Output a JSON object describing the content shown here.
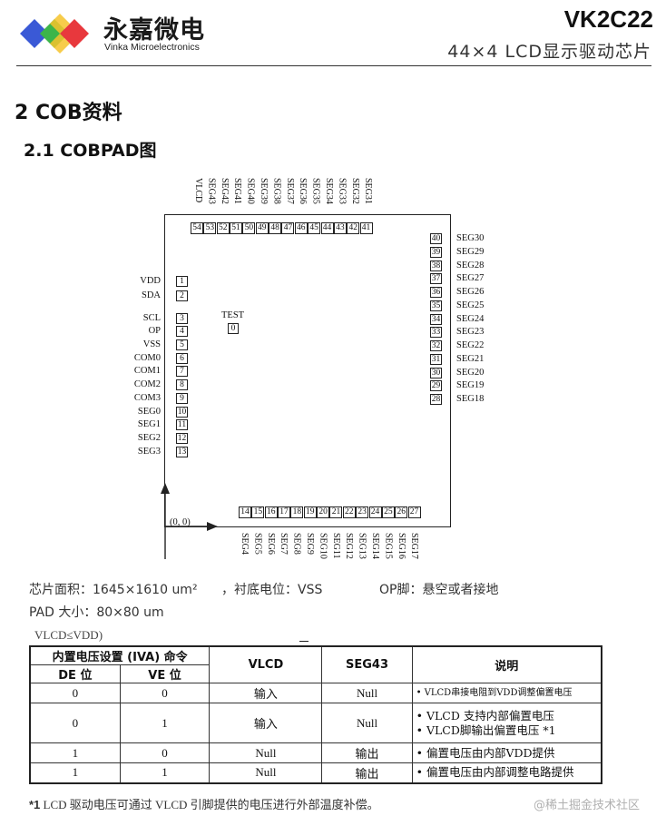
{
  "header": {
    "logo_cn": "永嘉微电",
    "logo_en": "Vinka Microelectronics",
    "model": "VK2C22",
    "desc": "44×4 LCD显示驱动芯片"
  },
  "section": {
    "title": "2 COB资料",
    "sub": "2.1 COBPAD图"
  },
  "diagram": {
    "top_labels": [
      "VLCD",
      "SEG43",
      "SEG42",
      "SEG41",
      "SEG40",
      "SEG39",
      "SEG38",
      "SEG37",
      "SEG36",
      "SEG35",
      "SEG34",
      "SEG33",
      "SEG32",
      "SEG31"
    ],
    "top_pads": [
      "54",
      "53",
      "52",
      "51",
      "50",
      "49",
      "48",
      "47",
      "46",
      "45",
      "44",
      "43",
      "42",
      "41"
    ],
    "right": [
      {
        "pad": "40",
        "label": "SEG30"
      },
      {
        "pad": "39",
        "label": "SEG29"
      },
      {
        "pad": "38",
        "label": "SEG28"
      },
      {
        "pad": "37",
        "label": "SEG27"
      },
      {
        "pad": "36",
        "label": "SEG26"
      },
      {
        "pad": "35",
        "label": "SEG25"
      },
      {
        "pad": "34",
        "label": "SEG24"
      },
      {
        "pad": "33",
        "label": "SEG23"
      },
      {
        "pad": "32",
        "label": "SEG22"
      },
      {
        "pad": "31",
        "label": "SEG21"
      },
      {
        "pad": "30",
        "label": "SEG20"
      },
      {
        "pad": "29",
        "label": "SEG19"
      },
      {
        "pad": "28",
        "label": "SEG18"
      }
    ],
    "left": [
      {
        "pad": "1",
        "label": "VDD"
      },
      {
        "pad": "2",
        "label": "SDA"
      },
      {
        "pad": "3",
        "label": "SCL"
      },
      {
        "pad": "4",
        "label": "OP"
      },
      {
        "pad": "5",
        "label": "VSS"
      },
      {
        "pad": "6",
        "label": "COM0"
      },
      {
        "pad": "7",
        "label": "COM1"
      },
      {
        "pad": "8",
        "label": "COM2"
      },
      {
        "pad": "9",
        "label": "COM3"
      },
      {
        "pad": "10",
        "label": "SEG0"
      },
      {
        "pad": "11",
        "label": "SEG1"
      },
      {
        "pad": "12",
        "label": "SEG2"
      },
      {
        "pad": "13",
        "label": "SEG3"
      }
    ],
    "bottom_pads": [
      "14",
      "15",
      "16",
      "17",
      "18",
      "19",
      "20",
      "21",
      "22",
      "23",
      "24",
      "25",
      "26",
      "27"
    ],
    "bottom_labels": [
      "SEG4",
      "SEG5",
      "SEG6",
      "SEG7",
      "SEG8",
      "SEG9",
      "SEG10",
      "SEG11",
      "SEG12",
      "SEG13",
      "SEG14",
      "SEG15",
      "SEG16",
      "SEG17"
    ],
    "test_label": "TEST",
    "test_pad": "0",
    "origin": "(0, 0)"
  },
  "specs": {
    "line1_a": "芯片面积：1645×1610 um²",
    "line1_b": "，衬底电位：VSS",
    "line1_c": "OP脚：悬空或者接地",
    "line2": "PAD 大小：80×80 um",
    "note_top": "VLCD≤VDD)"
  },
  "table": {
    "h_group": "内置电压设置 (IVA) 命令",
    "h_de": "DE 位",
    "h_ve": "VE 位",
    "h_vlcd": "VLCD",
    "h_seg43": "SEG43",
    "h_desc": "说明",
    "rows": [
      {
        "de": "0",
        "ve": "0",
        "vlcd": "输入",
        "seg43": "Null",
        "desc": [
          "• VLCD串接电阻到VDD调整偏置电压"
        ]
      },
      {
        "de": "0",
        "ve": "1",
        "vlcd": "输入",
        "seg43": "Null",
        "desc": [
          "• VLCD 支持内部偏置电压",
          "• VLCD脚输出偏置电压 *1"
        ]
      },
      {
        "de": "1",
        "ve": "0",
        "vlcd": "Null",
        "seg43": "输出",
        "desc": [
          "• 偏置电压由内部VDD提供"
        ]
      },
      {
        "de": "1",
        "ve": "1",
        "vlcd": "Null",
        "seg43": "输出",
        "desc": [
          "• 偏置电压由内部调整电路提供"
        ]
      }
    ]
  },
  "footnote": {
    "mark": "*1",
    "text": "LCD 驱动电压可通过 VLCD 引脚提供的电压进行外部温度补偿。"
  },
  "watermark": "@稀土掘金技术社区",
  "colors": {
    "blue": "#3a59d6",
    "red": "#e8383d",
    "green": "#3cb54a",
    "yellow": "#f6c32b"
  }
}
